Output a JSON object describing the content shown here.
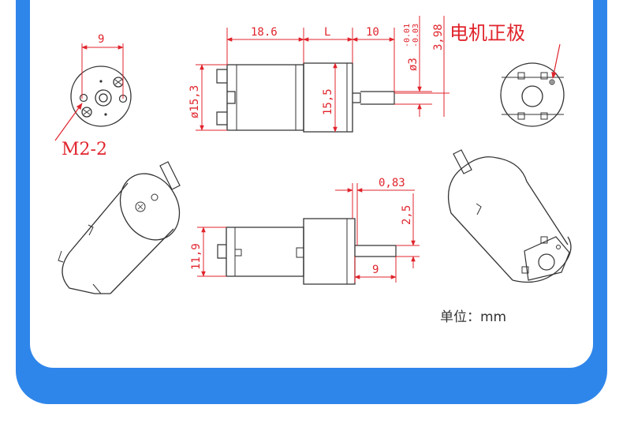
{
  "labels": {
    "top_len": "18.6",
    "top_L": "L",
    "top_shaft": "10",
    "phi3": "ø3",
    "tol_upper": "-0.01",
    "tol_lower": "-0.03",
    "flat": "3,98",
    "positive": "电机正极",
    "dia": "ø15,3",
    "height": "15,5",
    "front_9": "9",
    "m2": "M2-2",
    "side_083": "0,83",
    "side_25": "2,5",
    "side_119": "11,9",
    "side_9": "9",
    "unit": "单位：mm"
  },
  "colors": {
    "frame": "#2f86ea",
    "dimension": "#e0242c",
    "line": "#333333"
  }
}
